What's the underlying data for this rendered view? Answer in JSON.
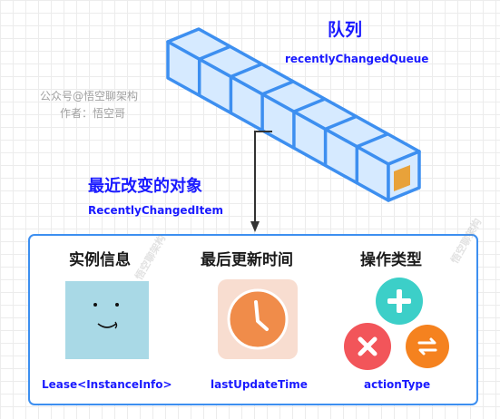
{
  "queue": {
    "title": "队列",
    "subtitle": "recentlyChangedQueue"
  },
  "watermark": {
    "line1": "公众号@悟空聊架构",
    "line2": "作者：悟空哥",
    "diagonal": "悟空聊架构"
  },
  "object": {
    "title": "最近改变的对象",
    "subtitle": "RecentlyChangedItem"
  },
  "columns": [
    {
      "title": "实例信息",
      "caption": "Lease<InstanceInfo>",
      "icon": "smiley-face-icon"
    },
    {
      "title": "最后更新时间",
      "caption": "lastUpdateTime",
      "icon": "clock-icon"
    },
    {
      "title": "操作类型",
      "caption": "actionType",
      "icon": "plus-icon"
    }
  ],
  "action_icons": [
    "plus-icon",
    "close-icon",
    "swap-icon"
  ],
  "colors": {
    "queue_stroke": "#3d8ff0",
    "queue_fill": "#d6eaff",
    "item_fill": "#e8a23a",
    "accent_blue": "#1a1aff",
    "plus": "#3ccfc8",
    "close": "#f2555a",
    "swap": "#f5821f",
    "clock": "#f08c4a"
  }
}
